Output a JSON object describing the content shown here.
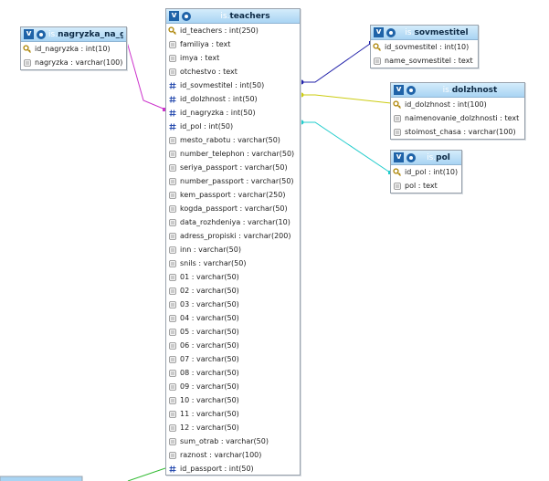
{
  "colors": {
    "link_nagryzka": "#cc33cc",
    "link_sovmestitel": "#2222aa",
    "link_dolzhnost": "#cccc11",
    "link_pol": "#22cccc",
    "link_bottom": "#33bb33"
  },
  "tables": {
    "teachers": {
      "schema": "is",
      "name": "teachers",
      "fields": [
        {
          "label": "id_teachers : int(250)",
          "icon": "key-icon"
        },
        {
          "label": "familiya : text",
          "icon": "field-icon"
        },
        {
          "label": "imya : text",
          "icon": "field-icon"
        },
        {
          "label": "otchestvo : text",
          "icon": "field-icon"
        },
        {
          "label": "id_sovmestitel : int(50)",
          "icon": "hash-icon"
        },
        {
          "label": "id_dolzhnost : int(50)",
          "icon": "hash-icon"
        },
        {
          "label": "id_nagryzka : int(50)",
          "icon": "hash-icon"
        },
        {
          "label": "id_pol : int(50)",
          "icon": "hash-icon"
        },
        {
          "label": "mesto_rabotu : varchar(50)",
          "icon": "field-icon"
        },
        {
          "label": "number_telephon : varchar(50)",
          "icon": "field-icon"
        },
        {
          "label": "seriya_passport : varchar(50)",
          "icon": "field-icon"
        },
        {
          "label": "number_passport : varchar(50)",
          "icon": "field-icon"
        },
        {
          "label": "kem_passport : varchar(250)",
          "icon": "field-icon"
        },
        {
          "label": "kogda_passport : varchar(50)",
          "icon": "field-icon"
        },
        {
          "label": "data_rozhdeniya : varchar(10)",
          "icon": "field-icon"
        },
        {
          "label": "adress_propiski : varchar(200)",
          "icon": "field-icon"
        },
        {
          "label": "inn : varchar(50)",
          "icon": "field-icon"
        },
        {
          "label": "snils : varchar(50)",
          "icon": "field-icon"
        },
        {
          "label": "01 : varchar(50)",
          "icon": "field-icon"
        },
        {
          "label": "02 : varchar(50)",
          "icon": "field-icon"
        },
        {
          "label": "03 : varchar(50)",
          "icon": "field-icon"
        },
        {
          "label": "04 : varchar(50)",
          "icon": "field-icon"
        },
        {
          "label": "05 : varchar(50)",
          "icon": "field-icon"
        },
        {
          "label": "06 : varchar(50)",
          "icon": "field-icon"
        },
        {
          "label": "07 : varchar(50)",
          "icon": "field-icon"
        },
        {
          "label": "08 : varchar(50)",
          "icon": "field-icon"
        },
        {
          "label": "09 : varchar(50)",
          "icon": "field-icon"
        },
        {
          "label": "10 : varchar(50)",
          "icon": "field-icon"
        },
        {
          "label": "11 : varchar(50)",
          "icon": "field-icon"
        },
        {
          "label": "12 : varchar(50)",
          "icon": "field-icon"
        },
        {
          "label": "sum_otrab : varchar(50)",
          "icon": "field-icon"
        },
        {
          "label": "raznost : varchar(100)",
          "icon": "field-icon"
        },
        {
          "label": "id_passport : int(50)",
          "icon": "hash-icon"
        }
      ]
    },
    "nagryzka_na_god": {
      "schema": "is",
      "name": "nagryzka_na_god",
      "fields": [
        {
          "label": "id_nagryzka : int(10)",
          "icon": "key-icon"
        },
        {
          "label": "nagryzka : varchar(100)",
          "icon": "field-icon"
        }
      ]
    },
    "sovmestitel": {
      "schema": "is",
      "name": "sovmestitel",
      "fields": [
        {
          "label": "id_sovmestitel : int(10)",
          "icon": "key-icon"
        },
        {
          "label": "name_sovmestitel : text",
          "icon": "field-icon"
        }
      ]
    },
    "dolzhnost": {
      "schema": "is",
      "name": "dolzhnost",
      "fields": [
        {
          "label": "id_dolzhnost : int(100)",
          "icon": "key-icon"
        },
        {
          "label": "naimenovanie_dolzhnosti : text",
          "icon": "field-icon"
        },
        {
          "label": "stoimost_chasa : varchar(100)",
          "icon": "field-icon"
        }
      ]
    },
    "pol": {
      "schema": "is",
      "name": "pol",
      "fields": [
        {
          "label": "id_pol : int(10)",
          "icon": "key-icon"
        },
        {
          "label": "pol : text",
          "icon": "field-icon"
        }
      ]
    }
  },
  "header_icons": {
    "toggle": "chevron-toggle-icon",
    "toggle_glyph": "v",
    "options": "gear-icon"
  }
}
